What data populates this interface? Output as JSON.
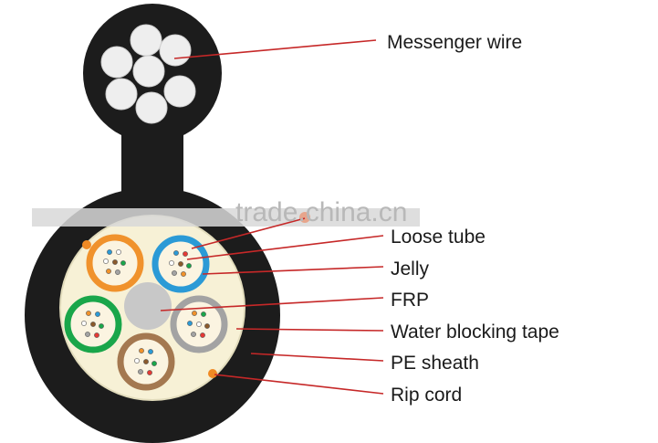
{
  "labels": {
    "messenger_wire": "Messenger wire",
    "loose_tube": "Loose tube",
    "jelly": "Jelly",
    "frp": "FRP",
    "water_blocking_tape": "Water blocking tape",
    "pe_sheath": "PE sheath",
    "rip_cord": "Rip cord"
  },
  "watermark": "trade.china.cn",
  "colors": {
    "sheath": "#1c1c1c",
    "jelly_fill": "#f8f3dc",
    "leader_line": "#c62828",
    "rip_cord": "#f08a24",
    "tube_orange": "#f0922c",
    "tube_blue": "#2b9ad6",
    "tube_green": "#1aa64a",
    "tube_gray": "#a3a3a3",
    "tube_brown": "#a47850",
    "frp": "#c8c8c8",
    "strand": "#eeeeee"
  }
}
